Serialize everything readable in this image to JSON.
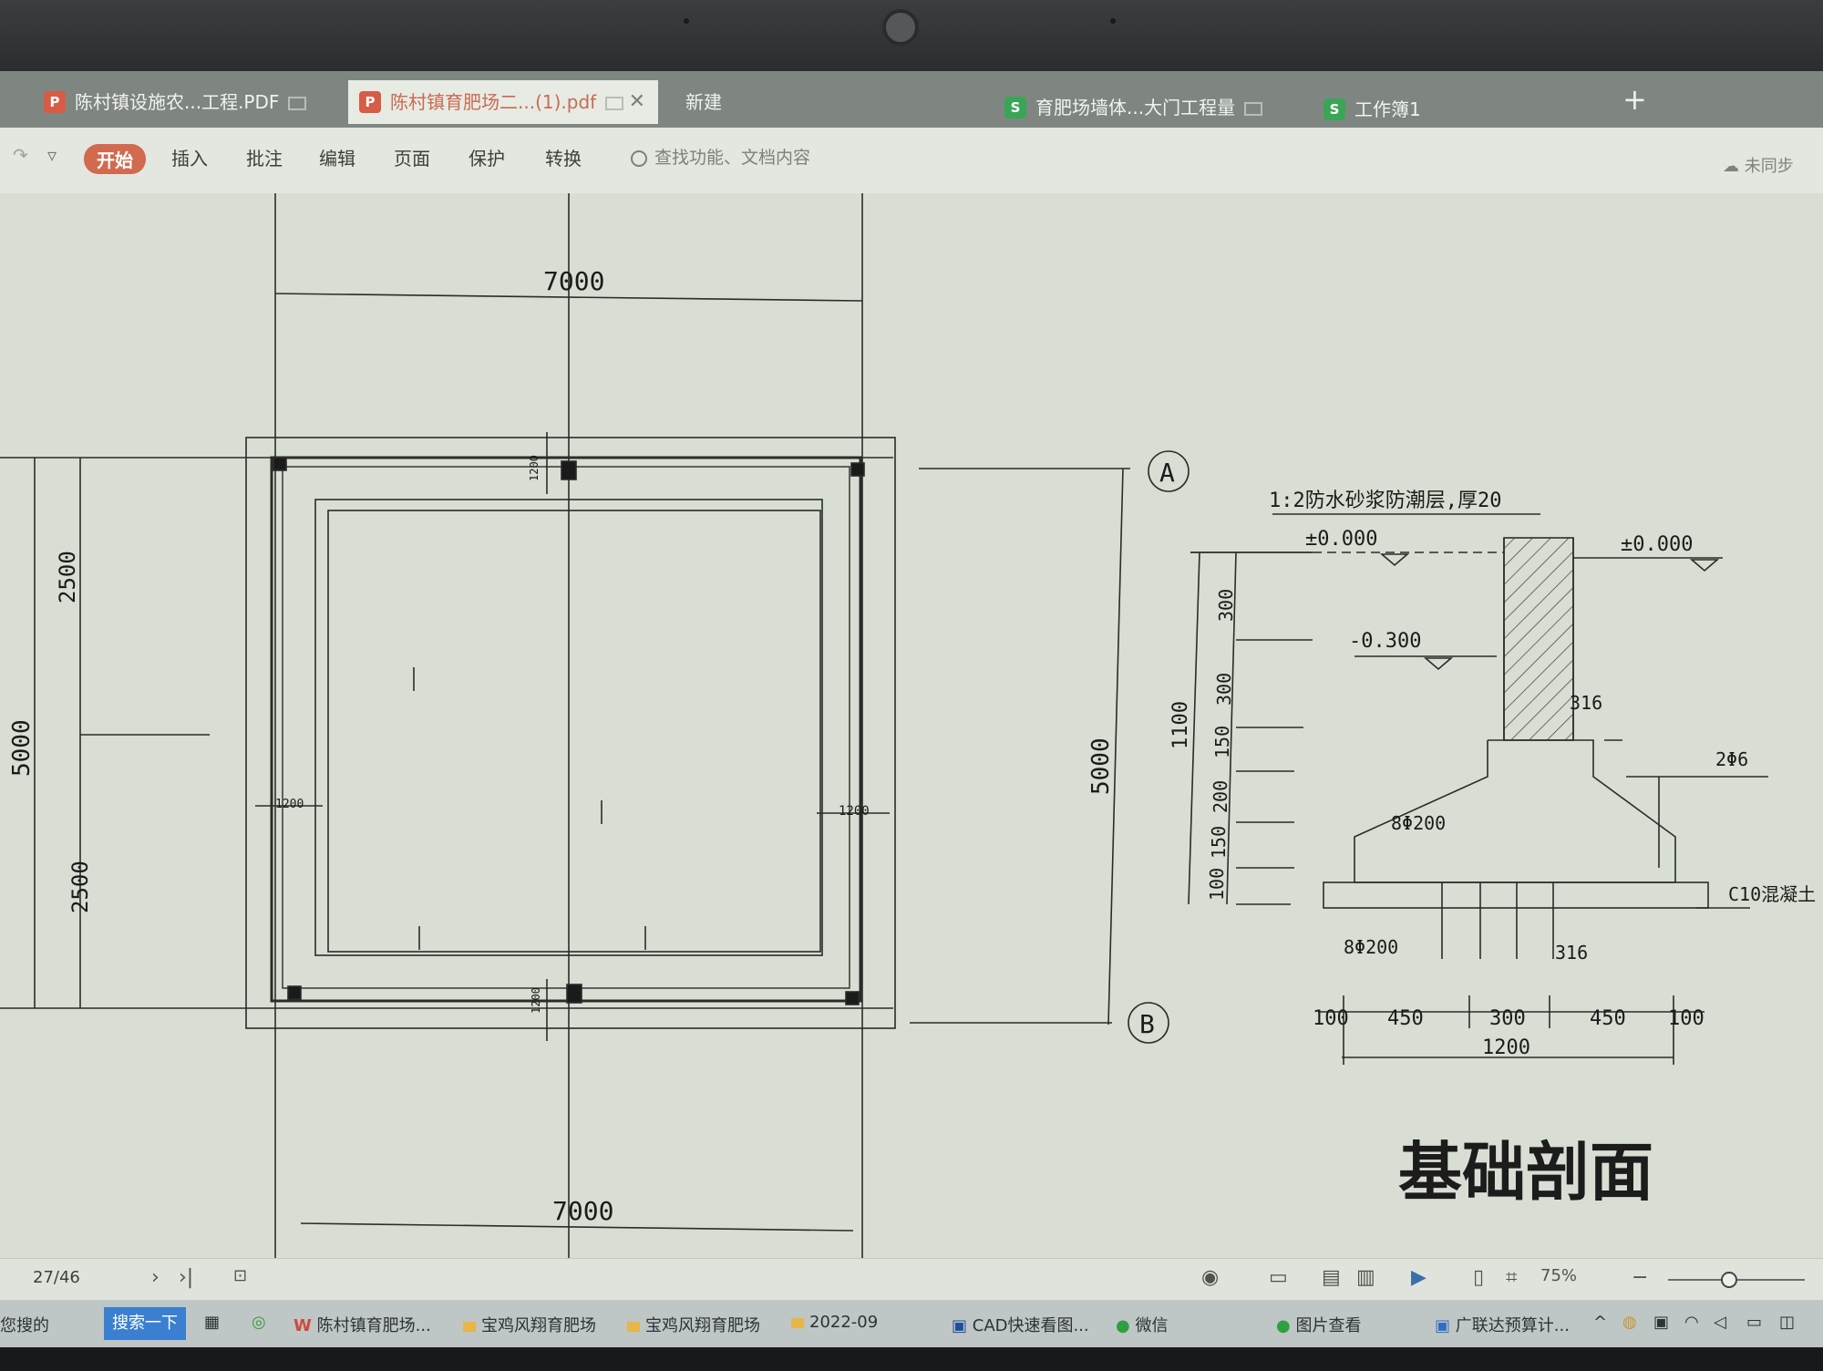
{
  "tabs": [
    {
      "label": "陈村镇设施农...工程.PDF",
      "icon": "pdf-icon",
      "active": false
    },
    {
      "label": "陈村镇育肥场二...(1).pdf",
      "icon": "pdf-icon",
      "active": true
    },
    {
      "label": "新建",
      "active": false
    },
    {
      "label": "育肥场墙体...大门工程量",
      "icon": "spreadsheet-icon",
      "active": false
    },
    {
      "label": "工作簿1",
      "icon": "spreadsheet-icon",
      "active": false
    }
  ],
  "tab_icon_glyphs": {
    "pdf": "P",
    "sheet": "S"
  },
  "ribbon": {
    "start": "开始",
    "insert": "插入",
    "annotate": "批注",
    "edit": "编辑",
    "page": "页面",
    "protect": "保护",
    "convert": "转换",
    "search_placeholder": "查找功能、文档内容",
    "sync_status": "未同步"
  },
  "drawing": {
    "plan": {
      "dim_top": "7000",
      "dim_bottom": "7000",
      "dim_left_total": "5000",
      "dim_left_upper": "2500",
      "dim_left_lower": "2500",
      "dim_right": "5000",
      "wall_thickness_top": "1200",
      "wall_thickness_bottom": "1200",
      "wall_thickness_left": "1200",
      "wall_thickness_right": "1200",
      "axis_a": "A",
      "axis_b": "B"
    },
    "section": {
      "damp_proof_note": "1:2防水砂浆防潮层,厚20",
      "level_ground_left": "±0.000",
      "level_ground_right": "±0.000",
      "level_minus": "-0.300",
      "rebar_316_top": "316",
      "rebar_206": "2Φ6",
      "rebar_8200_upper": "8Φ200",
      "rebar_8200_lower": "8Φ200",
      "rebar_316_bottom": "316",
      "concrete_label": "C10混凝土",
      "height_total": "1100",
      "heights": [
        "300",
        "300",
        "150",
        "200",
        "150",
        "100"
      ],
      "widths": [
        "100",
        "450",
        "300",
        "450",
        "100"
      ],
      "width_total": "1200",
      "title": "基础剖面"
    }
  },
  "status": {
    "page_info": "27/46",
    "zoom": "75%"
  },
  "taskbar": {
    "left_fragment": "您搜的",
    "search_button": "搜索一下",
    "items": [
      "陈村镇育肥场...",
      "宝鸡风翔育肥场",
      "宝鸡风翔育肥场",
      "2022-09",
      "CAD快速看图...",
      "微信",
      "图片查看",
      "广联达预算计..."
    ]
  }
}
